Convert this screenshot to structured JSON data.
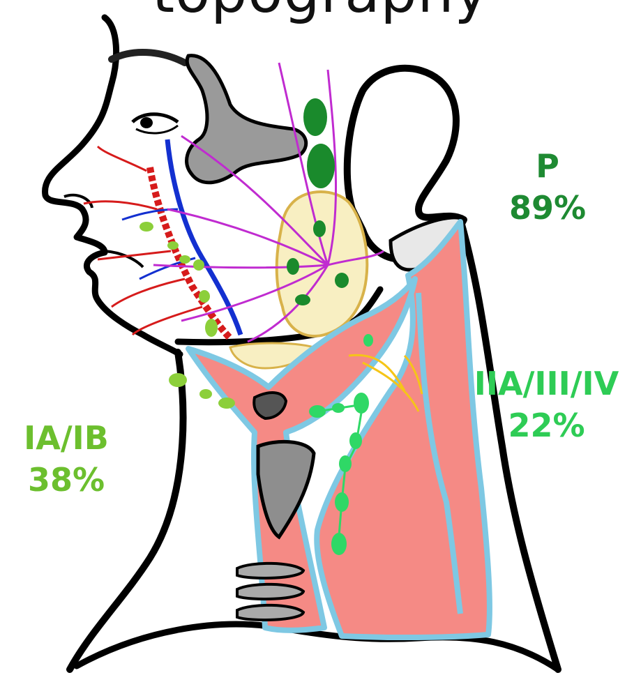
{
  "title": "topography",
  "colors": {
    "parotid_label": "#1e8a32",
    "neck_label": "#2ecc55",
    "submandibular_label": "#6cbf2e",
    "muscle": "#f58a85",
    "muscle_outline": "#7ec8e3",
    "gland": "#f8efc2",
    "gland_outline": "#d8b24a",
    "node_dark": "#1a8a2c",
    "node_light": "#2fd866",
    "node_yellowgreen": "#8ccf3a",
    "artery": "#d61b1b",
    "vein": "#1330d0",
    "nerve": "#c02bd0",
    "bone": "#9a9a9a"
  },
  "regions": [
    {
      "id": "parotid",
      "name": "P",
      "value": "89%"
    },
    {
      "id": "submandibular",
      "name": "IA/IB",
      "value": "38%"
    },
    {
      "id": "jugular",
      "name": "IIA/III/IV",
      "value": "22%"
    }
  ]
}
